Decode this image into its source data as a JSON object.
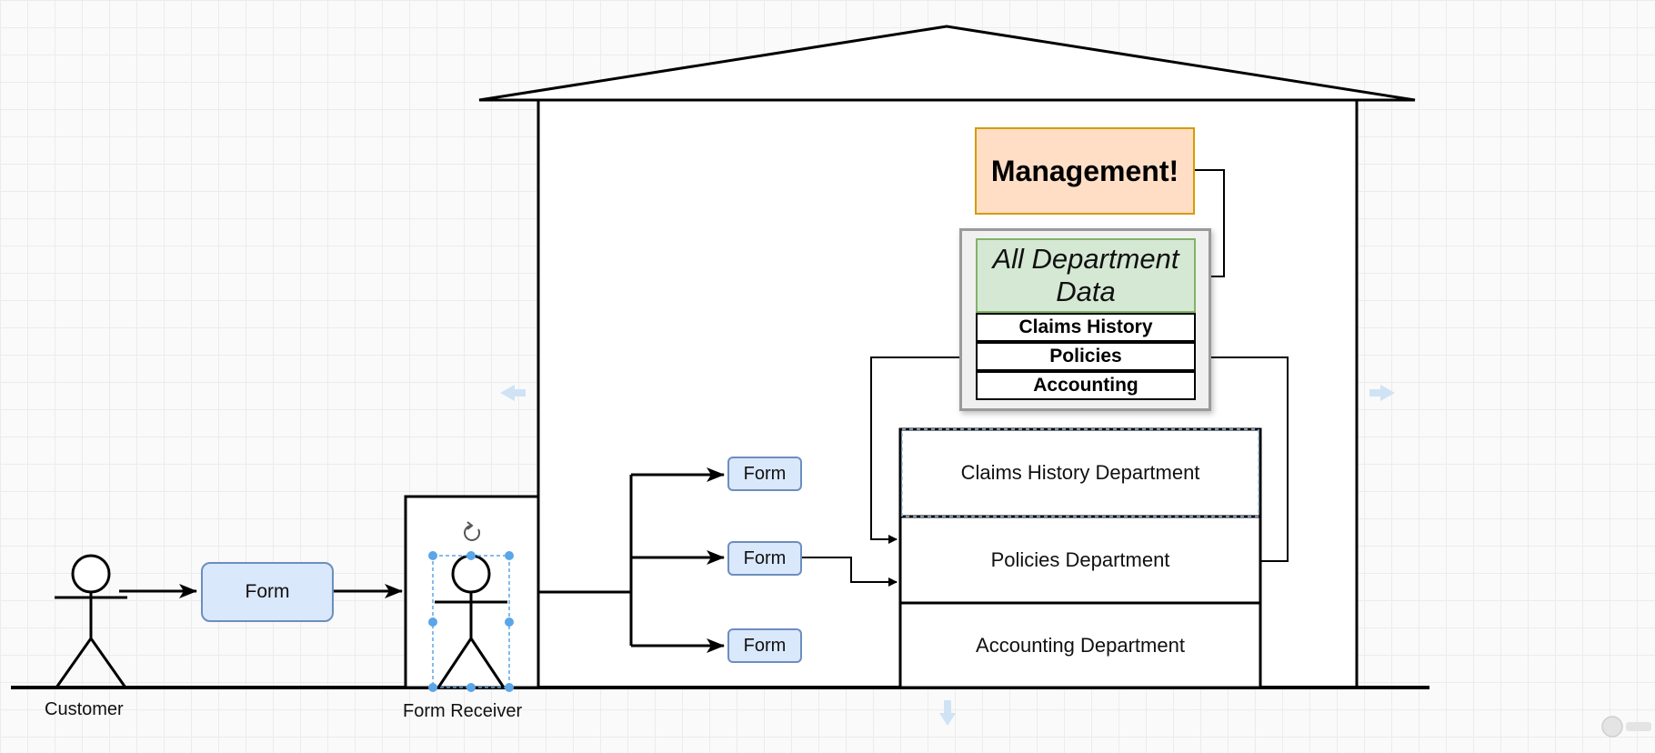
{
  "diagram": {
    "actors": {
      "customer": "Customer",
      "receiver": "Form Receiver"
    },
    "forms": {
      "customer_form": "Form",
      "split_form_1": "Form",
      "split_form_2": "Form",
      "split_form_3": "Form"
    },
    "departments": [
      {
        "label": "Claims History Department"
      },
      {
        "label": "Policies Department"
      },
      {
        "label": "Accounting Department"
      }
    ],
    "management": "Management!",
    "data_store": {
      "title": "All Department\nData",
      "rows": [
        {
          "label": "Claims History"
        },
        {
          "label": "Policies"
        },
        {
          "label": "Accounting"
        }
      ]
    }
  },
  "colors": {
    "form_fill": "#dae8fc",
    "form_stroke": "#6c8ebf",
    "management_fill": "#ffdec5",
    "management_stroke": "#d79b00",
    "data_header_fill": "#d5e8d4",
    "data_header_stroke": "#82b366",
    "selection": "#5aa6e8"
  },
  "icons": [
    "rotate-handle-icon",
    "arrow-left-hint-icon",
    "arrow-right-hint-icon",
    "arrow-down-hint-icon"
  ]
}
